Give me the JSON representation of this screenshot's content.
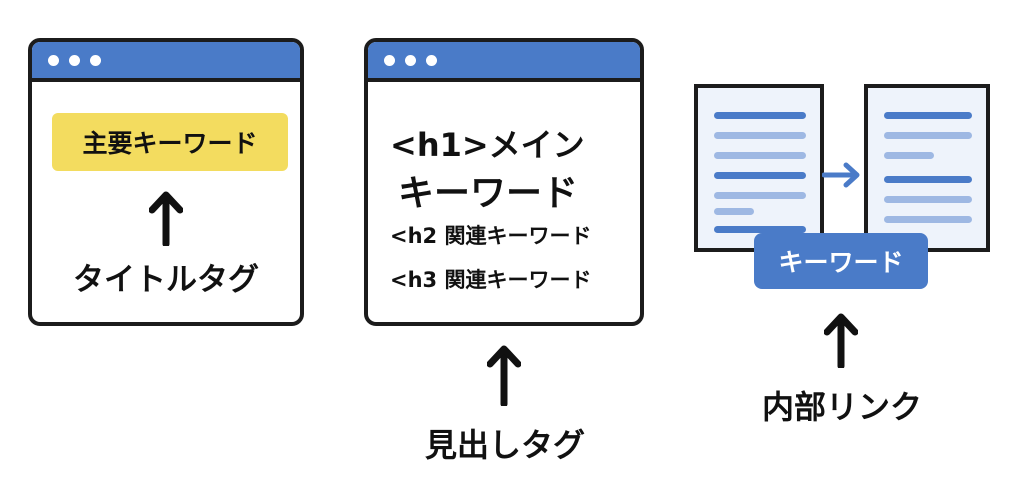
{
  "panels": {
    "title_tag": {
      "keyword_box": "主要キーワード",
      "label": "タイトルタグ"
    },
    "heading_tag": {
      "h1_line1": "<h1>メイン",
      "h1_line2": "キーワード",
      "h2_line": "<h2 関連キーワード",
      "h3_line": "<h3 関連キーワード",
      "label": "見出しタグ"
    },
    "internal_link": {
      "keyword_pill": "キーワード",
      "label": "内部リンク"
    }
  },
  "colors": {
    "window_bar": "#4a7bc8",
    "keyword_highlight": "#f3dc5f",
    "text_line_dark": "#4a7bc8",
    "text_line_light": "#9eb8e3",
    "outline": "#1c1c1c"
  },
  "icons": [
    "up-arrow-icon",
    "right-arrow-icon"
  ]
}
